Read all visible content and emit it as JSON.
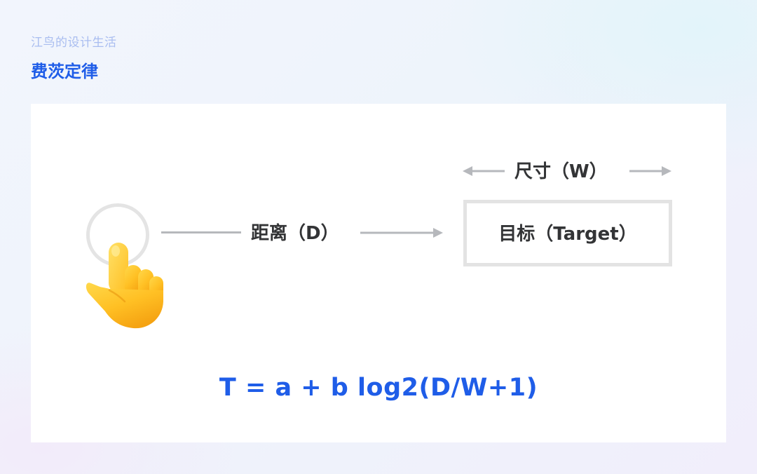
{
  "header": {
    "brand": "江鸟的设计生活",
    "title": "费茨定律"
  },
  "diagram": {
    "distance_label": "距离（D）",
    "size_label": "尺寸（W）",
    "target_label": "目标（Target）",
    "formula": "T = a + b log2(D/W+1)"
  },
  "colors": {
    "accent": "#1f5de8",
    "brand_text": "#a9bdf0",
    "label_text": "#333436",
    "line": "#b6b8bc",
    "box_border": "#e3e3e3",
    "hand": "#ffc224"
  },
  "icons": {
    "start_point": "circle-ring-icon",
    "pointer": "pointing-hand-icon"
  }
}
